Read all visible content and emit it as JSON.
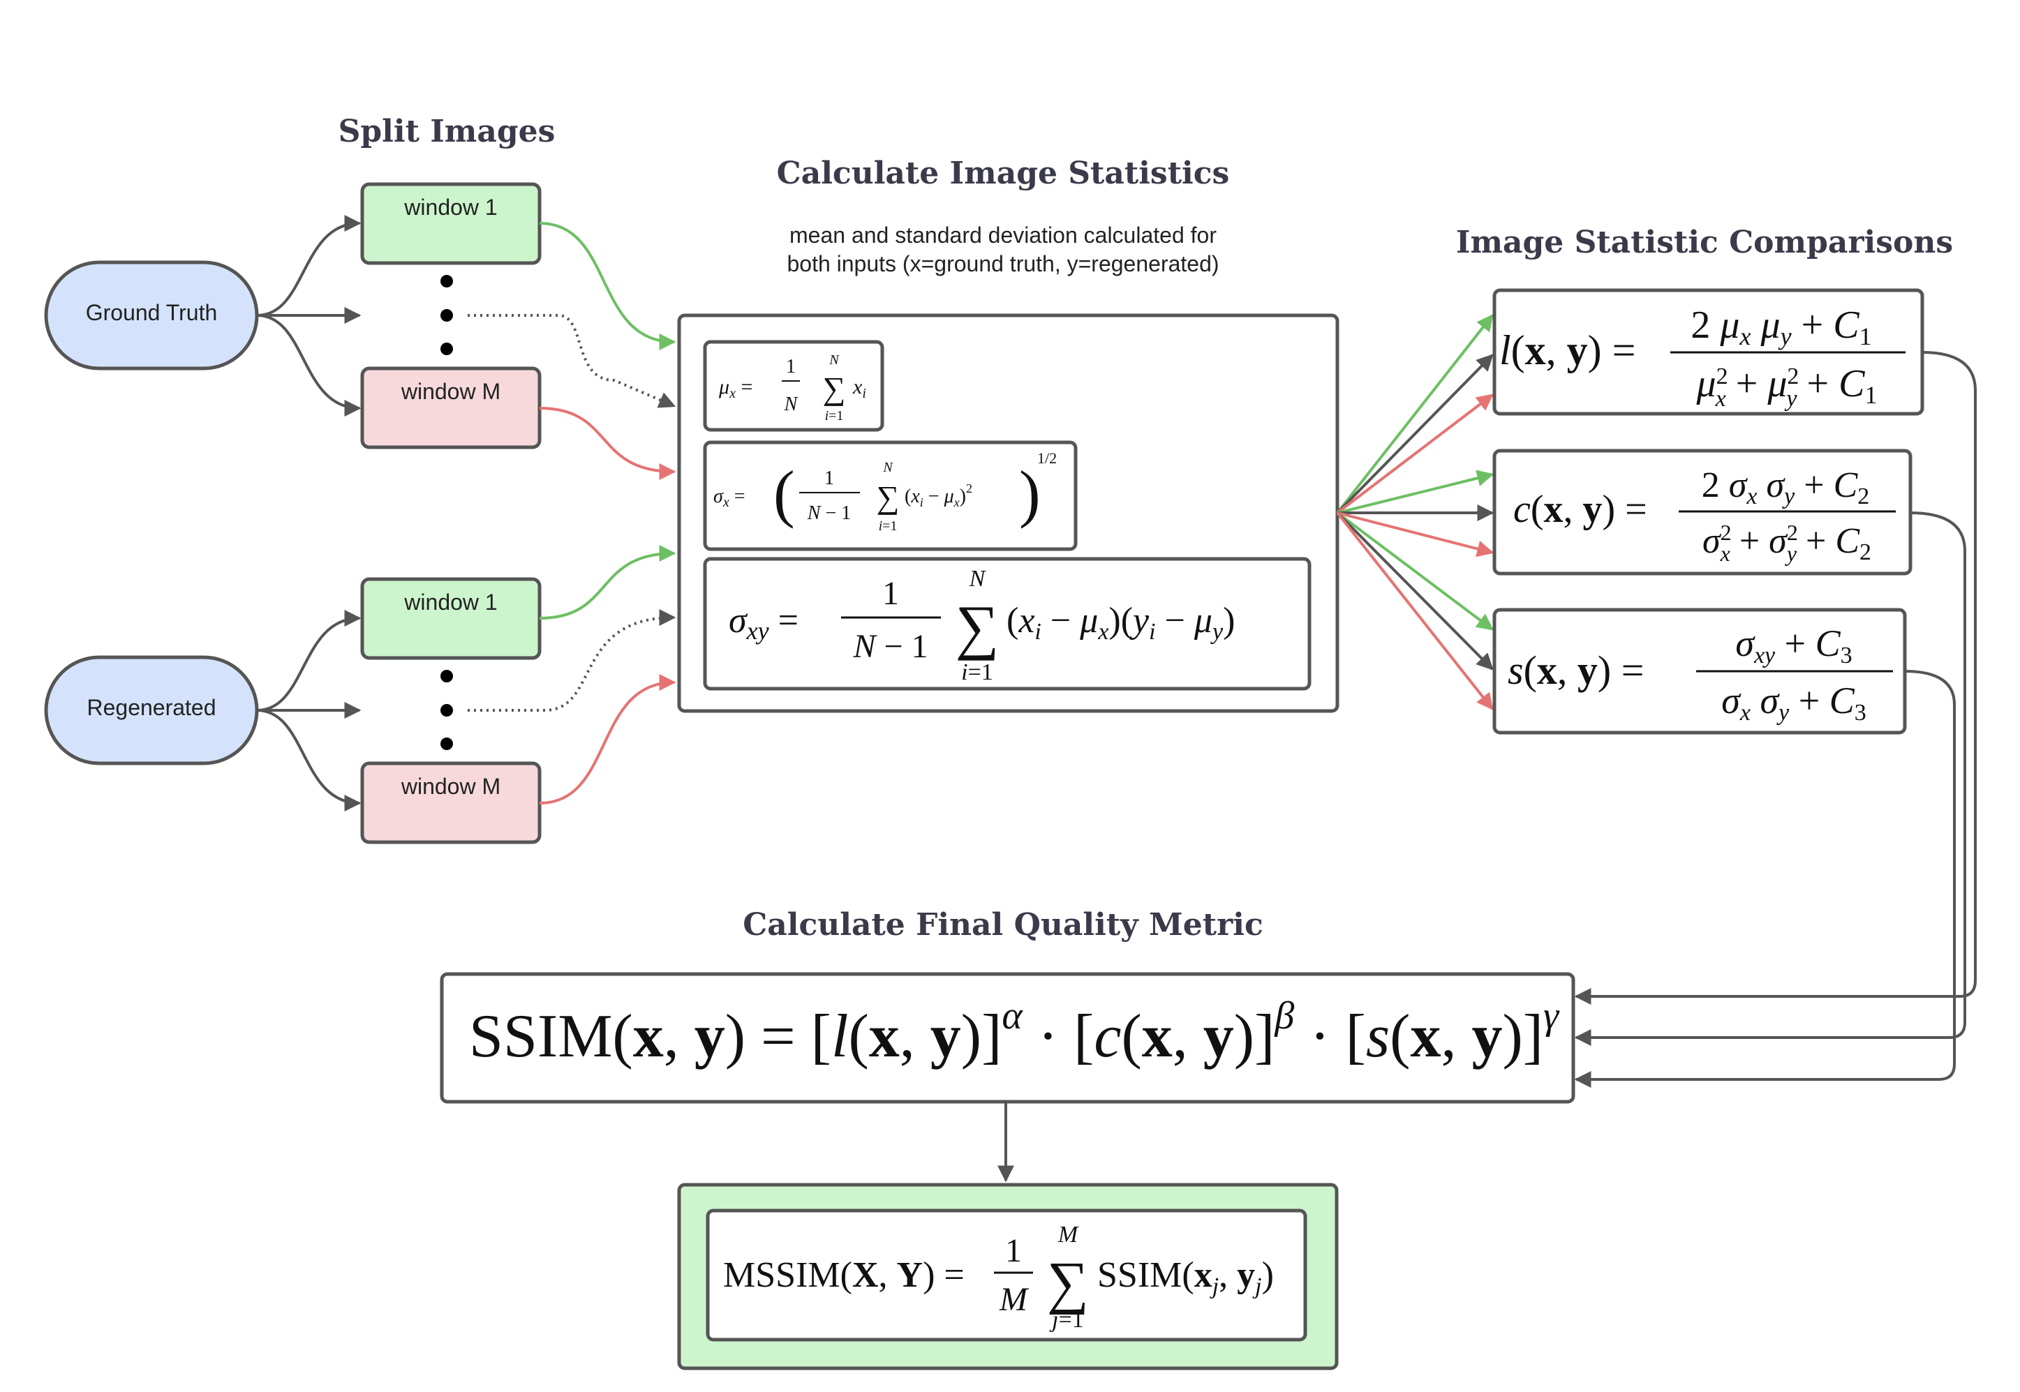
{
  "headings": {
    "split_images": "Split Images",
    "calc_stats": "Calculate Image Statistics",
    "comparisons": "Image Statistic Comparisons",
    "final_metric": "Calculate Final Quality Metric"
  },
  "stats_note": {
    "line1": "mean and standard deviation calculated for",
    "line2": "both inputs (x=ground truth, y=regenerated)"
  },
  "inputs": {
    "ground_truth": "Ground Truth",
    "regenerated": "Regenerated"
  },
  "windows": {
    "first": "window 1",
    "last": "window M"
  },
  "formulas": {
    "mean": "μx = (1/N) Σ_{i=1}^{N} x_i",
    "std": "σx = ( 1/(N−1) Σ_{i=1}^{N} (x_i − μx)^2 )^{1/2}",
    "cov": "σxy = 1/(N−1) Σ_{i=1}^{N} (x_i − μx)(y_i − μy)",
    "luminance": "l(x,y) = (2 μx μy + C1) / (μx² + μy² + C1)",
    "contrast": "c(x,y) = (2 σx σy + C2) / (σx² + σy² + C2)",
    "structure": "s(x,y) = (σxy + C3) / (σx σy + C3)",
    "ssim": "SSIM(x,y) = [l(x,y)]^α · [c(x,y)]^β · [s(x,y)]^γ",
    "mssim": "MSSIM(X,Y) = (1/M) Σ_{j=1}^{M} SSIM(x_j, y_j)"
  },
  "colors": {
    "ground_truth_fill": "#d4e3fb",
    "window_first_fill": "#cdf5cd",
    "window_last_fill": "#f7d9dc",
    "final_fill": "#cdf5cd",
    "arrow_green": "#6dbf63",
    "arrow_red": "#e57373",
    "arrow_gray": "#555555"
  }
}
